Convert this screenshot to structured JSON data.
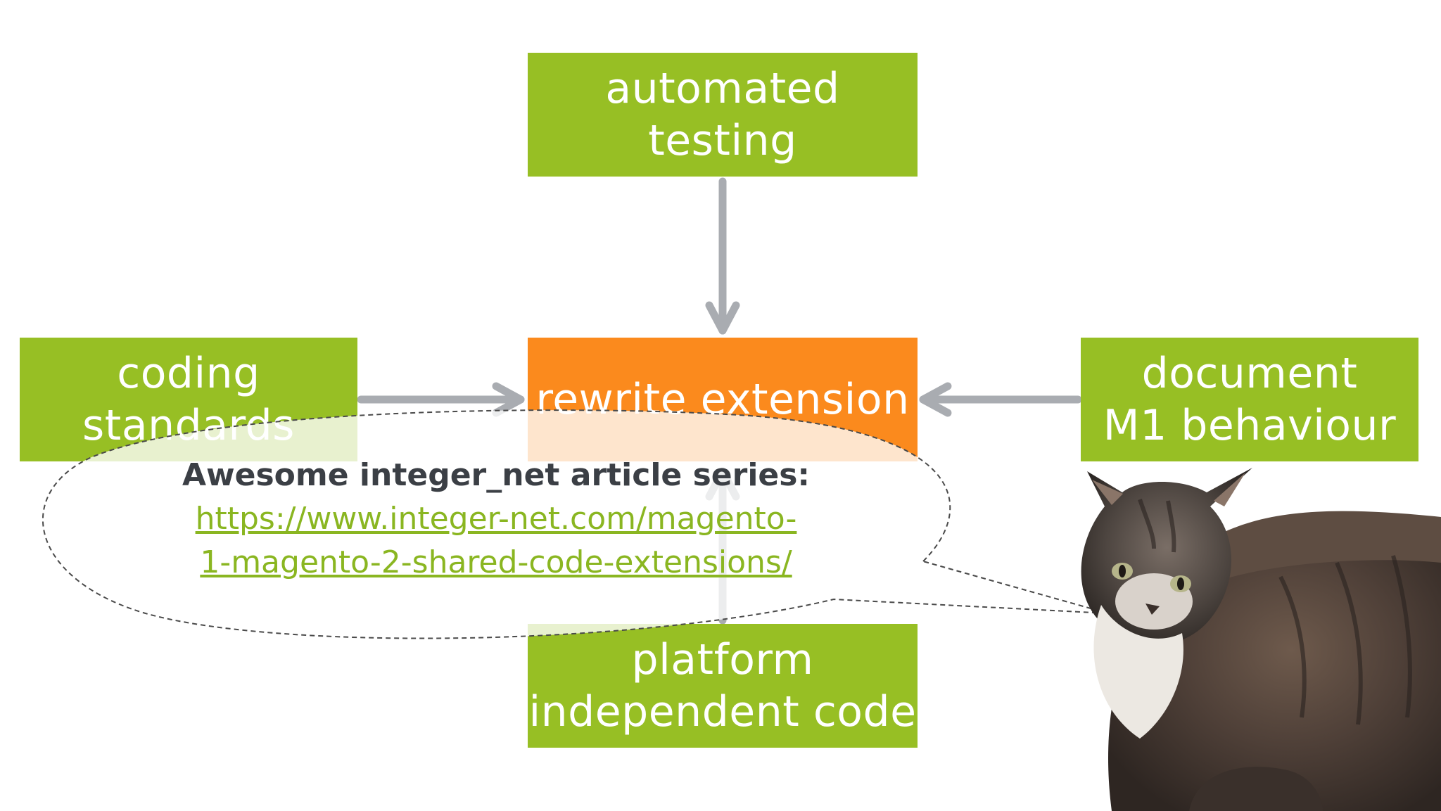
{
  "colors": {
    "box_green": "#97bf24",
    "box_orange": "#fb8a1d",
    "arrow_gray": "#a9acb1",
    "link_green": "#8ab621",
    "title_gray": "#3b3f45"
  },
  "diagram": {
    "top": {
      "label": "automated testing"
    },
    "left": {
      "label": "coding standards"
    },
    "center": {
      "label": "rewrite extension"
    },
    "right": {
      "lines": [
        "document",
        "M1 behaviour"
      ]
    },
    "bottom": {
      "lines": [
        "platform",
        "independent code"
      ]
    }
  },
  "speech_bubble": {
    "title": "Awesome integer_net article series:",
    "link_lines": [
      "https://www.integer-net.com/magento-",
      "1-magento-2-shared-code-extensions/"
    ]
  },
  "icons": [
    "cat-photo"
  ]
}
